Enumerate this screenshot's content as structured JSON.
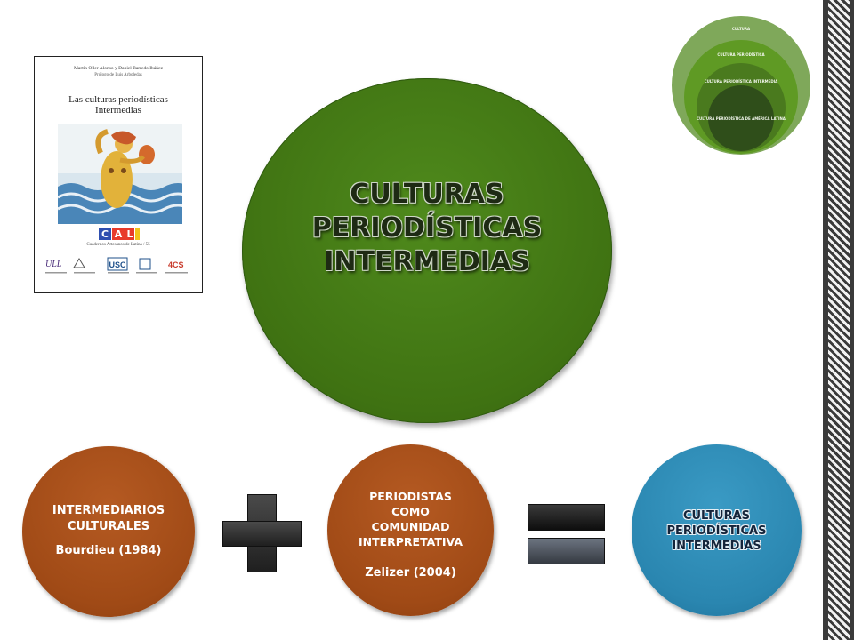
{
  "book": {
    "authors": "Martín Oller Alonso y Daniel Barredo Ibáñez",
    "prologue": "Prólogo de Luis Arboledas",
    "title_line1": "Las culturas periodísticas",
    "title_line2": "Intermedias",
    "publisher_logo": "CAL",
    "series": "Cuadernos Artesanos de Latina / 55"
  },
  "main_circle": {
    "line1": "CULTURAS",
    "line2": "PERIODÍSTICAS",
    "line3": "INTERMEDIAS",
    "color": "#3f7212"
  },
  "left_circle": {
    "line1": "INTERMEDIARIOS",
    "line2": "CULTURALES",
    "citation": "Bourdieu (1984)",
    "color": "#a04a16"
  },
  "middle_circle": {
    "line1": "PERIODISTAS",
    "line2": "COMO",
    "line3": "COMUNIDAD",
    "line4": "INTERPRETATIVA",
    "citation": "Zelizer (2004)",
    "color": "#a04a16"
  },
  "right_circle": {
    "line1": "CULTURAS",
    "line2": "PERIODÍSTICAS",
    "line3": "INTERMEDIAS",
    "color": "#2a86b0"
  },
  "operators": {
    "plus": "plus-icon",
    "equals": "equals-icon"
  },
  "nested_circles": {
    "level1": "CULTURA",
    "level2": "CULTURA PERIODÍSTICA",
    "level3": "CULTURA PERIODÍSTICA INTERMEDIA",
    "level4": "CULTURA PERIODÍSTICA DE AMÉRICA LATINA"
  }
}
